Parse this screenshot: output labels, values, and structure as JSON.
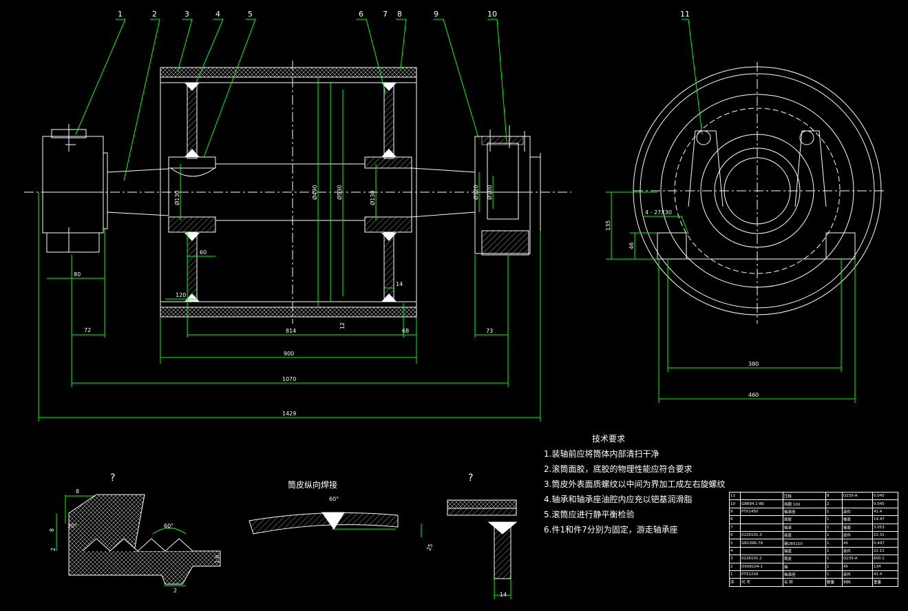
{
  "drawing": {
    "part_numbers": [
      "1",
      "2",
      "3",
      "4",
      "5",
      "6",
      "7",
      "8",
      "9",
      "10",
      "11"
    ],
    "dimensions": {
      "d80": "80",
      "d72": "72",
      "d120": "120",
      "d60": "60",
      "d814": "814",
      "d68": "68",
      "d900": "900",
      "d1070": "1070",
      "d1429": "1429",
      "d73": "73",
      "d14": "14",
      "d12": "12",
      "d380": "380",
      "d460": "460",
      "d135": "135",
      "d46": "46",
      "holes": "4 - 27X30",
      "dia130a": "Ø130",
      "dia130b": "Ø130",
      "dia490": "Ø490",
      "dia530": "Ø530",
      "dia120": "Ø120",
      "dia100": "Ø100"
    },
    "detail_marks": [
      "?",
      "?"
    ],
    "weld_title": "筒皮纵向焊接",
    "detail_dims": {
      "a8": "8",
      "a8v": "8",
      "a2": "2",
      "a16": "1.6",
      "a2b": "2",
      "a30": "30°",
      "a60": "60°",
      "w60": "60°",
      "c14": "14",
      "c25": "25"
    }
  },
  "requirements": {
    "title": "技术要求",
    "items": [
      "1.装轴前应将筒体内部清扫干净",
      "2.滚筒面胶，底胶的物理性能应符合要求",
      "3.筒皮外表面质螺纹以中间为界加工成左右旋螺纹",
      "4.轴承和轴承座油腔内应充以钯基润滑脂",
      "5.滚筒应进行静平衡检验",
      "6.件1和件7分别为固定，游走轴承座"
    ]
  },
  "bom": {
    "rows": [
      [
        "11",
        "",
        "压板",
        "8",
        "Q235-A",
        "0.045"
      ],
      [
        "10",
        "GB894.1-86",
        "挡圈 100",
        "2",
        "",
        "0.045"
      ],
      [
        "9",
        "PTX1450",
        "轴承座",
        "1",
        "部件",
        "41.4"
      ],
      [
        "8",
        "",
        "面胶",
        "1",
        "橡胶",
        "14.47"
      ],
      [
        "7",
        "",
        "轴承",
        "1",
        "橡胶",
        "3.053"
      ],
      [
        "6",
        "0226101.3",
        "接盘",
        "1",
        "部件",
        "22.31"
      ],
      [
        "5",
        "GB1096-79",
        "键28X110",
        "1",
        "45",
        "0.497"
      ],
      [
        "4",
        "",
        "轴盘",
        "1",
        "部件",
        "22.11"
      ],
      [
        "3",
        "0226101.2",
        "筒皮",
        "1",
        "Q235-A",
        "600.1"
      ],
      [
        "2",
        "DX08104-1",
        "轴",
        "1",
        "45",
        "134"
      ],
      [
        "1",
        "PTX1216",
        "轴承座",
        "1",
        "部件",
        "41.4"
      ]
    ],
    "header": [
      "序",
      "代  号",
      "名  称",
      "数量",
      "材料",
      "重量"
    ]
  }
}
